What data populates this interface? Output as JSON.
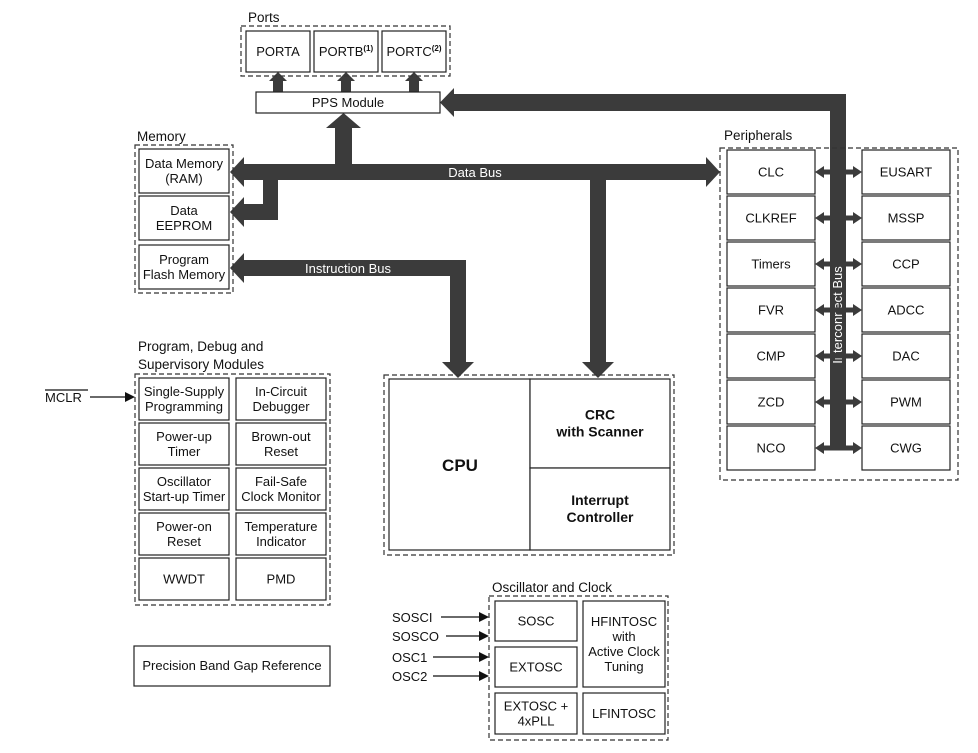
{
  "ports": {
    "title": "Ports",
    "items": [
      [
        "PORTA",
        ""
      ],
      [
        "PORTB",
        "(1)"
      ],
      [
        "PORTC",
        "(2)"
      ]
    ]
  },
  "pps": "PPS Module",
  "memory": {
    "title": "Memory",
    "items": [
      [
        "Data Memory",
        "(RAM)"
      ],
      [
        "Data",
        "EEPROM"
      ],
      [
        "Program",
        "Flash Memory"
      ]
    ]
  },
  "buses": {
    "data": "Data Bus",
    "instruction": "Instruction Bus",
    "interconnect": "Interconnect Bus"
  },
  "peripherals": {
    "title": "Peripherals",
    "left": [
      "CLC",
      "CLKREF",
      "Timers",
      "FVR",
      "CMP",
      "ZCD",
      "NCO"
    ],
    "right": [
      "EUSART",
      "MSSP",
      "CCP",
      "ADCC",
      "DAC",
      "PWM",
      "CWG"
    ]
  },
  "supervisory": {
    "title_lines": [
      "Program, Debug and",
      "Supervisory Modules"
    ],
    "items": [
      [
        [
          "Single-Supply",
          "Programming"
        ],
        [
          "In-Circuit",
          "Debugger"
        ]
      ],
      [
        [
          "Power-up",
          "Timer"
        ],
        [
          "Brown-out",
          "Reset"
        ]
      ],
      [
        [
          "Oscillator",
          "Start-up Timer"
        ],
        [
          "Fail-Safe",
          "Clock Monitor"
        ]
      ],
      [
        [
          "Power-on",
          "Reset"
        ],
        [
          "Temperature",
          "Indicator"
        ]
      ],
      [
        [
          "WWDT"
        ],
        [
          "PMD"
        ]
      ]
    ]
  },
  "mclr": "MCLR",
  "core": {
    "cpu": "CPU",
    "crc": [
      "CRC",
      "with Scanner"
    ],
    "interrupt": [
      "Interrupt",
      "Controller"
    ]
  },
  "bandgap": "Precision Band Gap Reference",
  "oscillator": {
    "title": "Oscillator and Clock",
    "inputs": [
      "SOSCI",
      "SOSCO",
      "OSC1",
      "OSC2"
    ],
    "sosc": [
      "SOSC"
    ],
    "hfintosc": [
      "HFINTOSC",
      "with",
      "Active Clock",
      "Tuning"
    ],
    "extosc": [
      "EXTOSC"
    ],
    "extosc_pll": [
      "EXTOSC +",
      "4xPLL"
    ],
    "lfintosc": [
      "LFINTOSC"
    ]
  }
}
